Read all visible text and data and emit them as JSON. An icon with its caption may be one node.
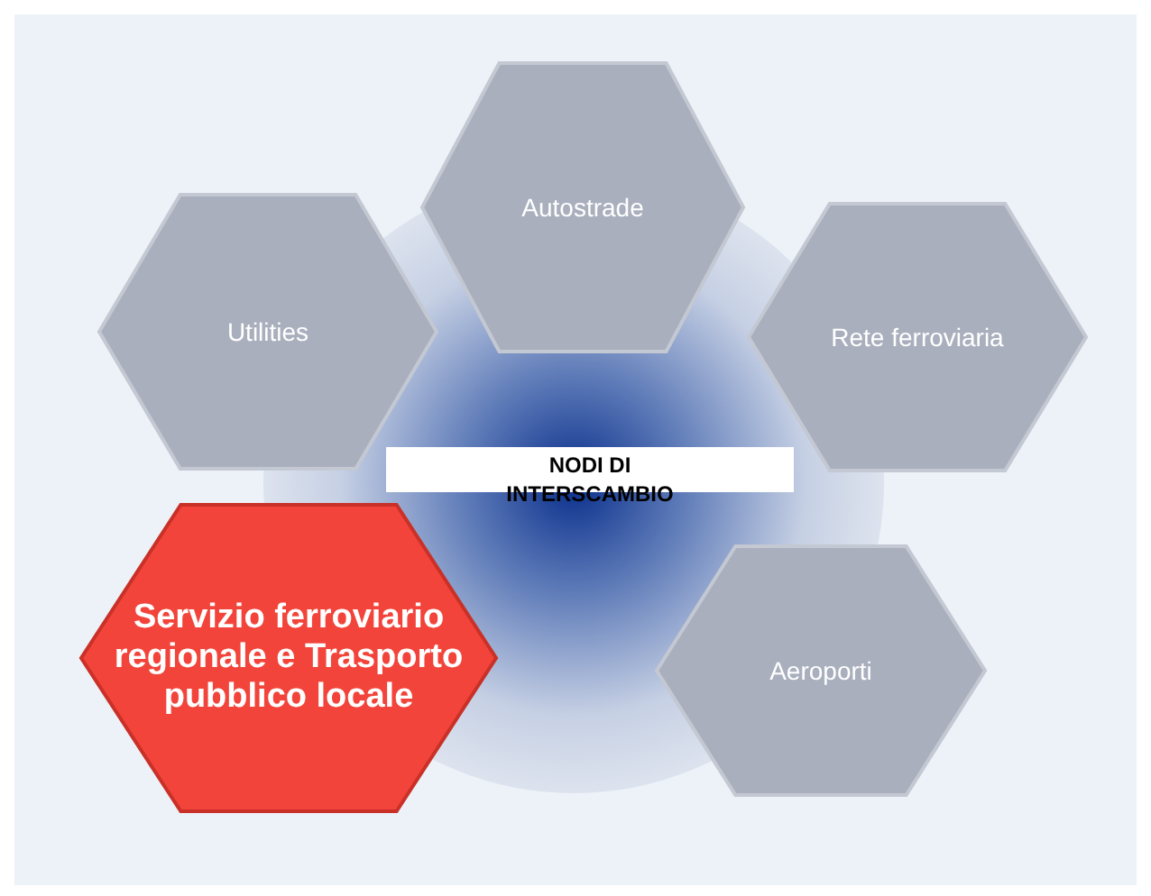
{
  "diagram": {
    "nodes": [
      {
        "text": [
          "Autostrade"
        ]
      },
      {
        "text": [
          "Utilities"
        ]
      },
      {
        "text": [
          "Rete ferroviaria"
        ]
      },
      {
        "text": [
          "NODI DI INTERSCAMBIO"
        ]
      },
      {
        "text": [
          "Servizio ferroviario regionale e Trasporto pubblico locale"
        ]
      },
      {
        "text": [
          "Aeroporti"
        ]
      }
    ]
  }
}
